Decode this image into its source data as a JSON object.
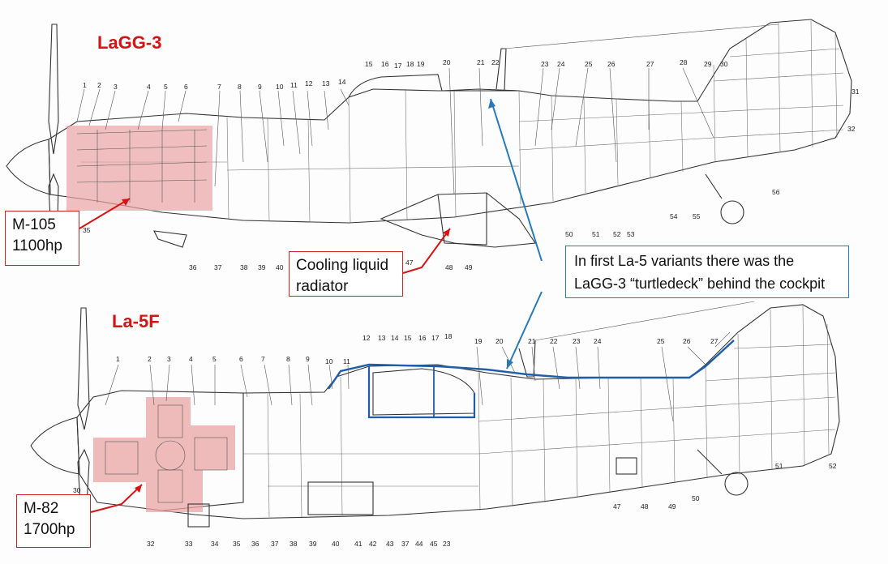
{
  "titles": {
    "top": "LaGG-3",
    "bottom": "La-5F"
  },
  "callouts": {
    "engine_top": [
      "M-105",
      "1100hp"
    ],
    "radiator": [
      "Cooling liquid",
      "radiator"
    ],
    "turtledeck": [
      "In first La-5 variants there was the",
      "LaGG-3 “turtledeck” behind the cockpit"
    ],
    "engine_bottom": [
      "M-82",
      "1700hp"
    ]
  },
  "top_part_numbers": [
    "1",
    "2",
    "3",
    "4",
    "5",
    "6",
    "7",
    "8",
    "9",
    "10",
    "11",
    "12",
    "13",
    "14",
    "15",
    "16",
    "17",
    "18",
    "19",
    "20",
    "21",
    "22",
    "23",
    "24",
    "25",
    "26",
    "27",
    "28",
    "29",
    "30",
    "31",
    "32",
    "35",
    "36",
    "37",
    "38",
    "39",
    "40",
    "47",
    "48",
    "49",
    "50",
    "51",
    "52",
    "53",
    "54",
    "55",
    "56"
  ],
  "bottom_part_numbers": [
    "1",
    "2",
    "3",
    "4",
    "5",
    "6",
    "7",
    "8",
    "9",
    "10",
    "11",
    "12",
    "13",
    "14",
    "15",
    "16",
    "17",
    "18",
    "19",
    "20",
    "21",
    "22",
    "23",
    "24",
    "25",
    "26",
    "27",
    "30",
    "32",
    "33",
    "34",
    "35",
    "36",
    "37",
    "38",
    "39",
    "40",
    "41",
    "42",
    "43",
    "37",
    "44",
    "45",
    "23",
    "47",
    "48",
    "49",
    "50",
    "51",
    "52"
  ],
  "colors": {
    "title_red": "#d41414",
    "callout_red": "#c62828",
    "callout_blue": "#2a7ab8",
    "engine_highlight": "#e9a3a3",
    "turtledeck_outline": "#1f5fa8"
  }
}
